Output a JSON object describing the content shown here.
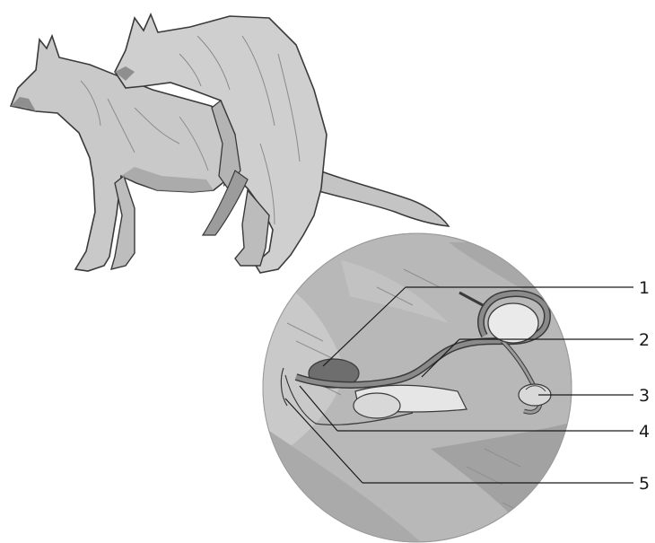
{
  "figure": {
    "callouts": [
      {
        "label": "1"
      },
      {
        "label": "2"
      },
      {
        "label": "3"
      },
      {
        "label": "4"
      },
      {
        "label": "5"
      }
    ],
    "colors": {
      "fur": "#c9c9c9",
      "fur_shadow": "#9a9a9a",
      "outline": "#3a3a3a",
      "circle_bg": "#b8b8b8",
      "organ_dark": "#6e6e6e",
      "organ_light": "#e6e6e6",
      "tube": "#8a8a8a",
      "leader": "#1a1a1a"
    }
  }
}
